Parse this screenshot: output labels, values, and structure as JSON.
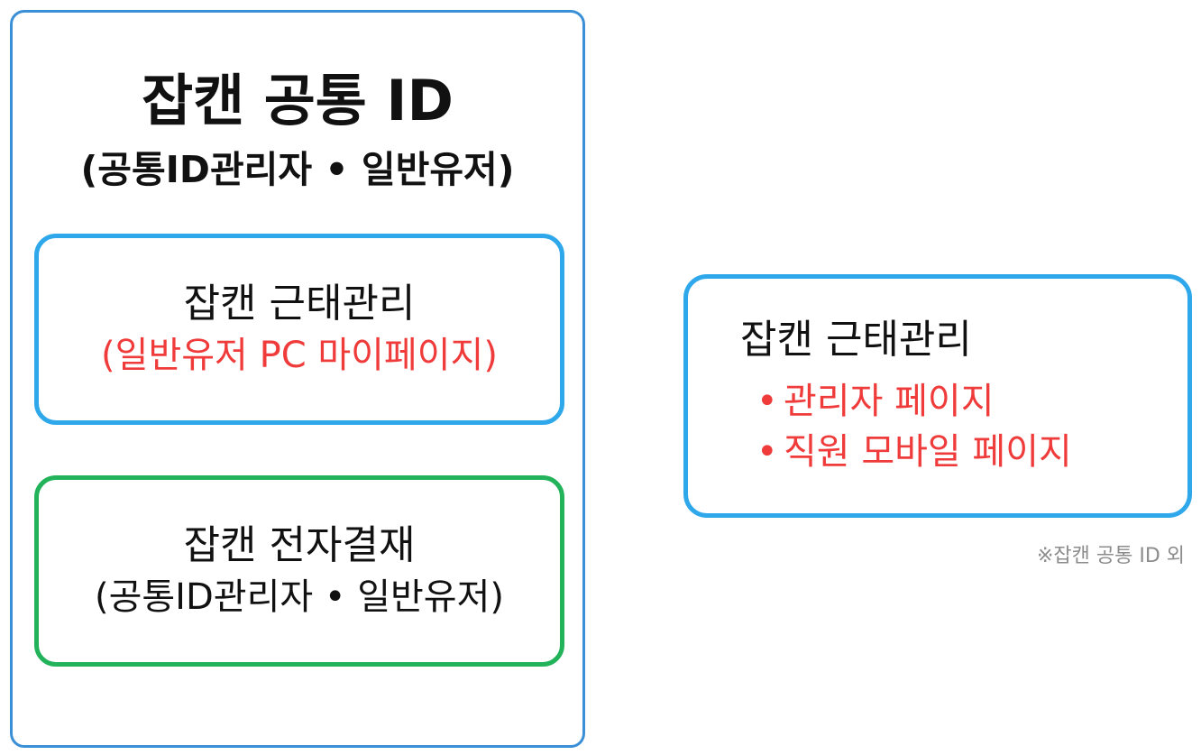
{
  "common_id": {
    "title": "잡캔 공통 ID",
    "subtitle": "(공통ID관리자 • 일반유저)",
    "attendance": {
      "title": "잡캔 근태관리",
      "subtitle": "(일반유저 PC 마이페이지)"
    },
    "approval": {
      "title": "잡캔 전자결재",
      "subtitle": "(공통ID관리자 • 일반유저)"
    }
  },
  "separate": {
    "title": "잡캔 근태관리",
    "items": [
      "관리자 페이지",
      "직원 모바일 페이지"
    ],
    "bullet": "•",
    "footnote": "※잡캔 공통 ID 외"
  },
  "colors": {
    "outer_border": "#3a8fd6",
    "blue_border": "#2ea8ea",
    "green_border": "#22b25a",
    "highlight_red": "#f03b3b",
    "footnote_gray": "#8c8c8c"
  }
}
